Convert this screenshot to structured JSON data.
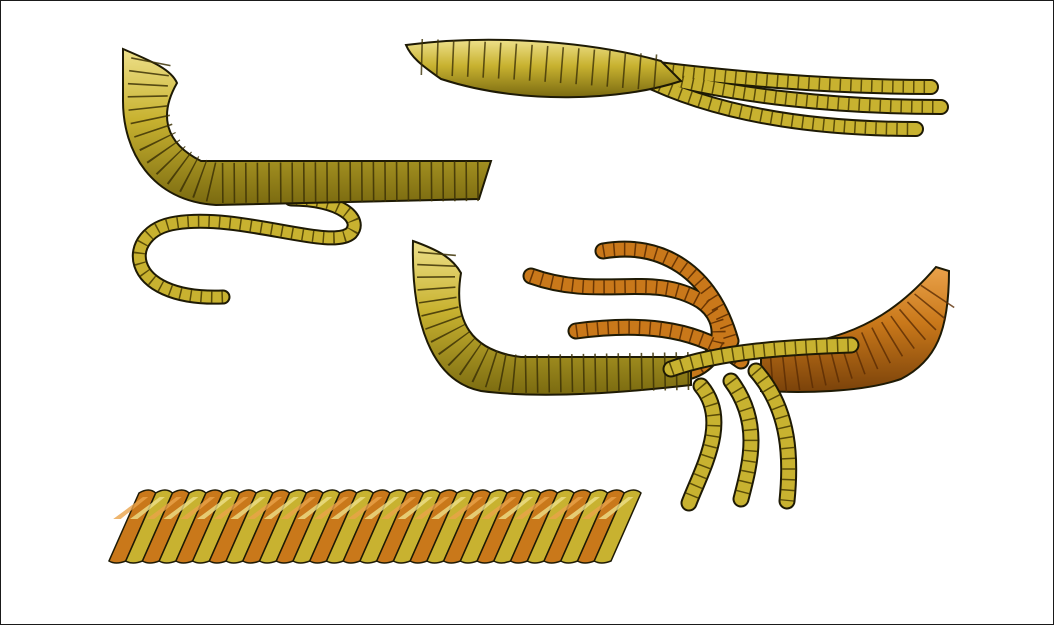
{
  "illustration": {
    "subject": "rope-splicing-steps",
    "palette": {
      "yellow_strand": "#c8b230",
      "yellow_highlight": "#eee08a",
      "yellow_shadow": "#7a6a10",
      "orange_strand": "#c9781a",
      "orange_highlight": "#eaa24a",
      "orange_shadow": "#7a420a",
      "outline": "#1e1a05",
      "background": "#ffffff",
      "frame": "#1a1a1a"
    },
    "panels": [
      {
        "id": "bent-rope-with-loose-strand",
        "strand_colors": [
          "yellow"
        ]
      },
      {
        "id": "rope-unlaid-into-three-strands",
        "strand_colors": [
          "yellow"
        ]
      },
      {
        "id": "two-ropes-interwoven-splice",
        "strand_colors": [
          "yellow",
          "orange"
        ]
      },
      {
        "id": "laid-rope-alternating-strands",
        "strand_colors": [
          "yellow",
          "orange"
        ]
      }
    ]
  }
}
